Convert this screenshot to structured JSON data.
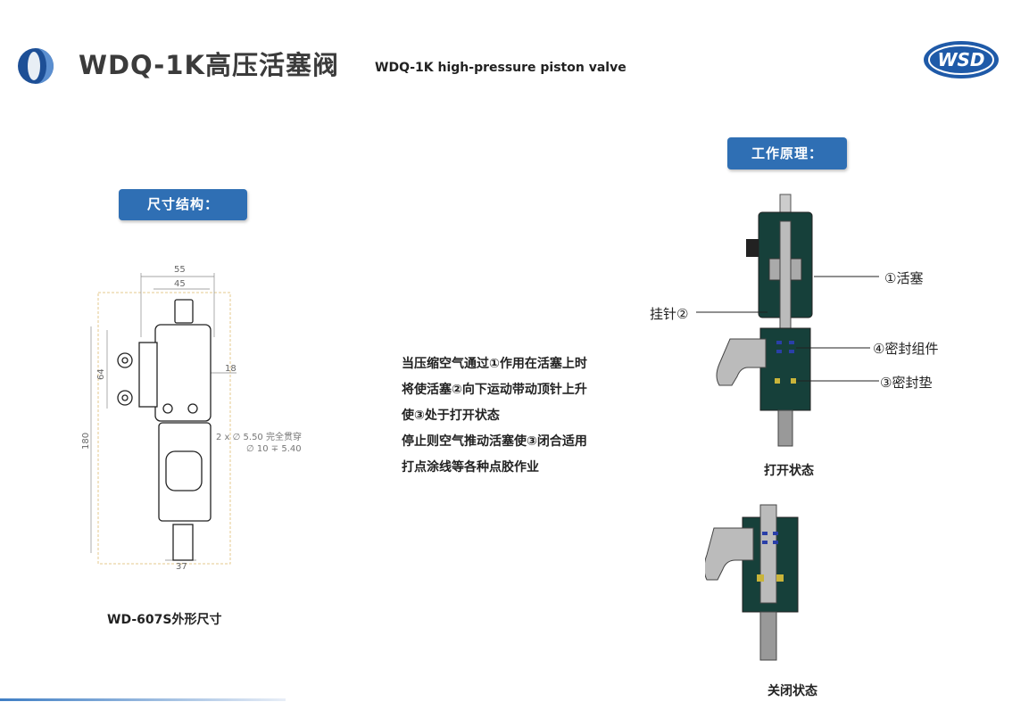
{
  "header": {
    "title_cn": "WDQ-1K高压活塞阀",
    "title_en": "WDQ-1K high-pressure piston valve",
    "logo_text": "WSD"
  },
  "sections": {
    "dimension_tag": "尺寸结构：",
    "principle_tag": "工作原理："
  },
  "drawing": {
    "dims": [
      "55",
      "45",
      "18",
      "64",
      "180",
      "37"
    ],
    "hole_note_1": "2 x ∅ 5.50 完全贯穿",
    "hole_note_2": "∅ 10 ∓ 5.40",
    "caption": "WD-607S外形尺寸"
  },
  "description": [
    "当压缩空气通过①作用在活塞上时",
    "将使活塞②向下运动带动顶针上升",
    "使③处于打开状态",
    "停止则空气推动活塞使③闭合适用",
    "打点涂线等各种点胶作业"
  ],
  "valve_labels": {
    "piston": "①活塞",
    "needle": "挂针②",
    "seal_assembly": "④密封组件",
    "seal_gasket": "③密封垫"
  },
  "captions": {
    "open": "打开状态",
    "closed": "关闭状态"
  },
  "colors": {
    "brand_blue": "#2f6fb4",
    "body_dark": "#16403a",
    "seal_blue": "#2a3fa8",
    "gasket_yellow": "#c9b43a"
  }
}
